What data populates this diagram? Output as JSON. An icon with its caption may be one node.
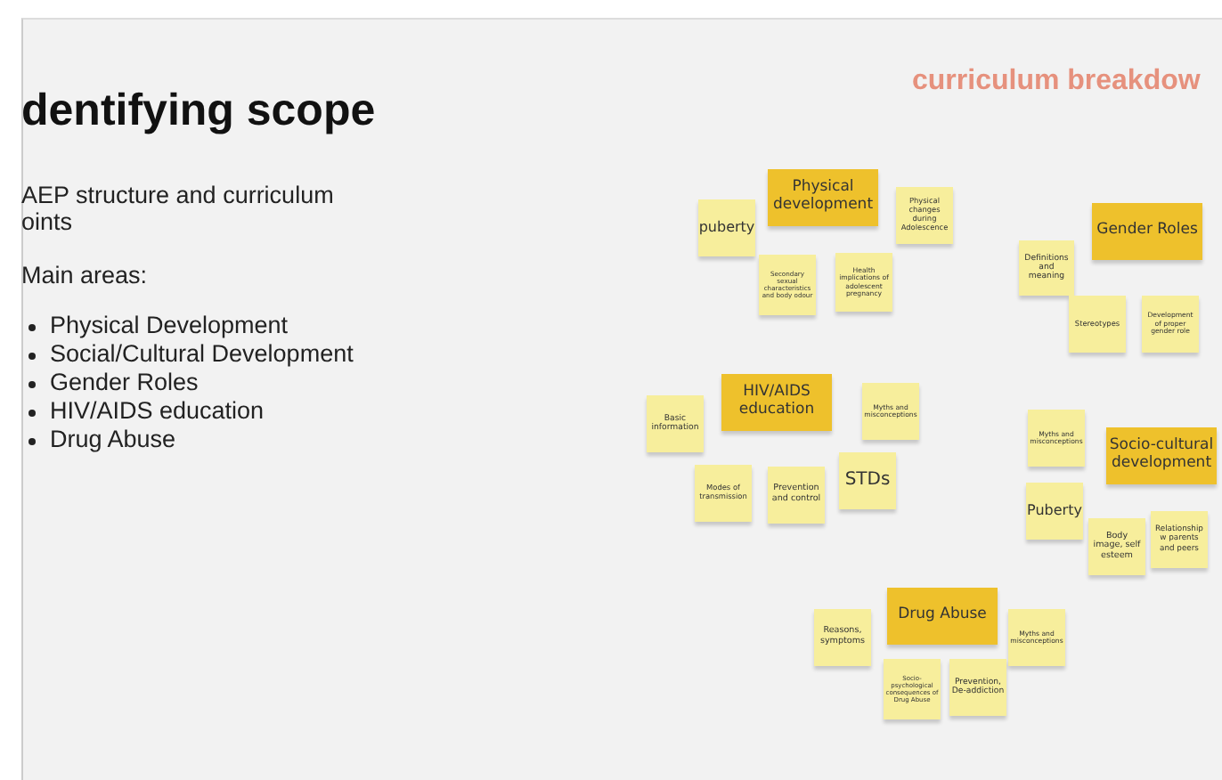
{
  "diagram": {
    "title": "dentifying scope",
    "nodes": [
      {
        "text": [
          "Physical development"
        ]
      },
      {
        "text": [
          "puberty"
        ]
      },
      {
        "text": [
          "Physical changes during Adolescence"
        ]
      },
      {
        "text": [
          "Secondary sexual characteristics and body odour"
        ]
      },
      {
        "text": [
          "Health implications of adolescent pregnancy"
        ]
      },
      {
        "text": [
          "Gender Roles"
        ]
      },
      {
        "text": [
          "Definitions and meaning"
        ]
      },
      {
        "text": [
          "Stereotypes"
        ]
      },
      {
        "text": [
          "Development of proper gender role"
        ]
      },
      {
        "text": [
          "HIV/AIDS education"
        ]
      },
      {
        "text": [
          "Basic information"
        ]
      },
      {
        "text": [
          "Myths and misconceptions"
        ]
      },
      {
        "text": [
          "Modes of transmission"
        ]
      },
      {
        "text": [
          "Prevention and control"
        ]
      },
      {
        "text": [
          "STDs"
        ]
      },
      {
        "text": [
          "Myths and misconceptions"
        ]
      },
      {
        "text": [
          "Socio-cultural development"
        ]
      },
      {
        "text": [
          "Puberty"
        ]
      },
      {
        "text": [
          "Body image, self esteem"
        ]
      },
      {
        "text": [
          "Relationship w parents and peers"
        ]
      },
      {
        "text": [
          "Drug Abuse"
        ]
      },
      {
        "text": [
          "Reasons, symptoms"
        ]
      },
      {
        "text": [
          "Myths and misconceptions"
        ]
      },
      {
        "text": [
          "Socio-psychological consequences of Drug Abuse"
        ]
      },
      {
        "text": [
          "Prevention, De-addiction"
        ]
      }
    ],
    "labels": [
      "curriculum breakdow",
      "AEP structure and curriculum oints",
      "Main areas:",
      "Physical Development",
      "Social/Cultural Development",
      "Gender Roles",
      "HIV/AIDS education",
      "Drug Abuse"
    ]
  }
}
